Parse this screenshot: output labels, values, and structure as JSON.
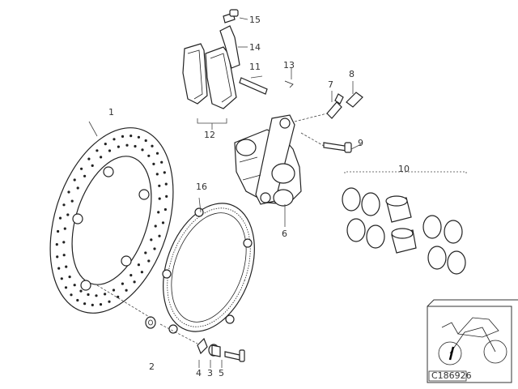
{
  "callouts": [
    {
      "id": "1",
      "text": "1"
    },
    {
      "id": "2",
      "text": "2"
    },
    {
      "id": "3",
      "text": "3"
    },
    {
      "id": "4",
      "text": "4"
    },
    {
      "id": "5",
      "text": "5"
    },
    {
      "id": "6",
      "text": "6"
    },
    {
      "id": "7",
      "text": "7"
    },
    {
      "id": "8",
      "text": "8"
    },
    {
      "id": "9",
      "text": "9"
    },
    {
      "id": "10",
      "text": "10"
    },
    {
      "id": "11",
      "text": "11"
    },
    {
      "id": "12",
      "text": "12"
    },
    {
      "id": "13",
      "text": "13"
    },
    {
      "id": "14",
      "text": "14"
    },
    {
      "id": "15",
      "text": "15"
    },
    {
      "id": "16",
      "text": "16"
    }
  ],
  "reference_code": "C186926",
  "icons": {
    "thumbnail": "motorcycle-icon"
  }
}
